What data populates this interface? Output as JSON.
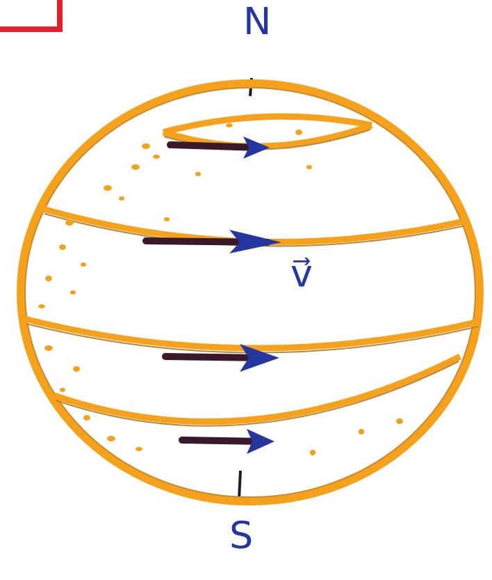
{
  "diagram": {
    "labels": [
      "N",
      "v⃗",
      "S"
    ]
  }
}
